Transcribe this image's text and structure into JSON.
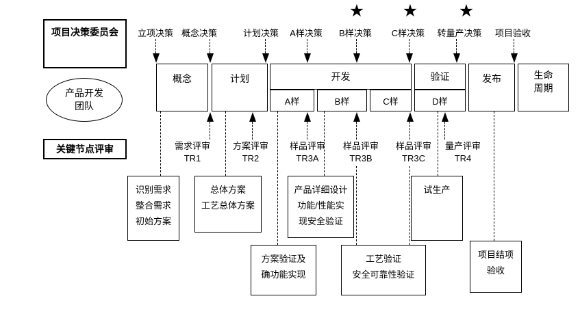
{
  "committee": {
    "label": "项目决策委员会"
  },
  "team": {
    "line1": "产品开发",
    "line2": "团队"
  },
  "review_header": {
    "label": "关键节点评审"
  },
  "star_char": "★",
  "decisions": [
    {
      "label": "立项决策",
      "star": false
    },
    {
      "label": "概念决策",
      "star": false
    },
    {
      "label": "计划决策",
      "star": false
    },
    {
      "label": "A样决策",
      "star": false
    },
    {
      "label": "B样决策",
      "star": true
    },
    {
      "label": "C样决策",
      "star": true
    },
    {
      "label": "转量产决策",
      "star": true
    },
    {
      "label": "项目验收",
      "star": false
    }
  ],
  "phases": {
    "concept": "概念",
    "plan": "计划",
    "develop": "开发",
    "verify": "验证",
    "release": "发布",
    "lifecycle_line1": "生命",
    "lifecycle_line2": "周期",
    "sample_a": "A样",
    "sample_b": "B样",
    "sample_c": "C样",
    "sample_d": "D样"
  },
  "reviews": [
    {
      "name": "需求评审",
      "code": "TR1"
    },
    {
      "name": "方案评审",
      "code": "TR2"
    },
    {
      "name": "样品评审",
      "code": "TR3A"
    },
    {
      "name": "样品评审",
      "code": "TR3B"
    },
    {
      "name": "样品评审",
      "code": "TR3C"
    },
    {
      "name": "量产评审",
      "code": "TR4"
    }
  ],
  "activities": [
    {
      "lines": [
        "识别需求",
        "整合需求",
        "初始方案"
      ]
    },
    {
      "lines": [
        "总体方案",
        "工艺总体方案"
      ]
    },
    {
      "lines": [
        "产品详细设计",
        "功能/性能实",
        "现安全验证"
      ]
    },
    {
      "lines": [
        "试生产"
      ]
    },
    {
      "lines": [
        "方案验证及",
        "确功能实现"
      ]
    },
    {
      "lines": [
        "工艺验证",
        "安全可靠性验证"
      ]
    },
    {
      "lines": [
        "项目结项",
        "验收"
      ]
    }
  ]
}
